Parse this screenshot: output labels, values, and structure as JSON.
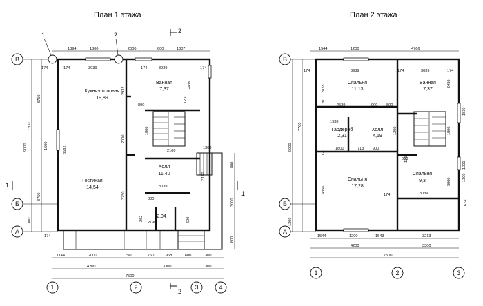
{
  "plans": [
    {
      "title": "План 1 этажа",
      "axes_letters": [
        "В",
        "Б",
        "А"
      ],
      "axes_numbers": [
        "1",
        "2",
        "3",
        "4"
      ],
      "section_marks": [
        "1",
        "2"
      ],
      "rooms": [
        {
          "name": "Кухня-столовая",
          "area": "19,89"
        },
        {
          "name": "Ванная",
          "area": "7,37"
        },
        {
          "name": "Гостиная",
          "area": "14,54"
        },
        {
          "name": "Холл",
          "area": "11,40"
        },
        {
          "name": "",
          "area": "2,04"
        }
      ],
      "dims_top": [
        "1394",
        "1800",
        "2000",
        "600",
        "1607"
      ],
      "dims_inner_top": [
        "174",
        "174",
        "3939",
        "174",
        "3039",
        "174"
      ],
      "dims_left": [
        "3750",
        "7700",
        "9000",
        "1600",
        "8682",
        "3750",
        "1300"
      ],
      "dims_inner": [
        "2932",
        "2000",
        "1800",
        "120",
        "2436",
        "800",
        "2100",
        "3039",
        "3160",
        "3750",
        "800",
        "2190",
        "262",
        "600"
      ],
      "dims_right": [
        "1300",
        "800",
        "3000",
        "600"
      ],
      "dims_bottom_row1": [
        "174",
        "1144",
        "2000",
        "1750",
        "760",
        "968",
        "600",
        "1300"
      ],
      "dims_bottom_row2": [
        "4200",
        "3300",
        "1300"
      ],
      "dims_bottom_total": "7500"
    },
    {
      "title": "План 2 этажа",
      "axes_letters": [
        "В",
        "Б",
        "А"
      ],
      "axes_numbers": [
        "1",
        "2",
        "3"
      ],
      "rooms": [
        {
          "name": "Спальня",
          "area": "11,13"
        },
        {
          "name": "Ванная",
          "area": "7,37"
        },
        {
          "name": "Гардероб",
          "area": "2,31"
        },
        {
          "name": "Холл",
          "area": "4,19"
        },
        {
          "name": "Спальня",
          "area": "17,28"
        },
        {
          "name": "Спальня",
          "area": "9,3"
        }
      ],
      "dims_top": [
        "1544",
        "1200",
        "4766"
      ],
      "dims_inner_top": [
        "174",
        "3939",
        "174",
        "3039",
        "174"
      ],
      "dims_left": [
        "7700",
        "9000",
        "1300"
      ],
      "dims_inner": [
        "2828",
        "120",
        "2539",
        "900",
        "800",
        "1938",
        "1800",
        "713",
        "900",
        "120",
        "4366",
        "1200",
        "900",
        "2436",
        "1800",
        "1830",
        "1000",
        "1300",
        "3000",
        "120",
        "3039",
        "174",
        "1674"
      ],
      "dims_bottom_row1": [
        "1544",
        "1200",
        "1543",
        "3213"
      ],
      "dims_bottom_row2": [
        "4200",
        "3300"
      ],
      "dims_bottom_total": "7500"
    }
  ]
}
